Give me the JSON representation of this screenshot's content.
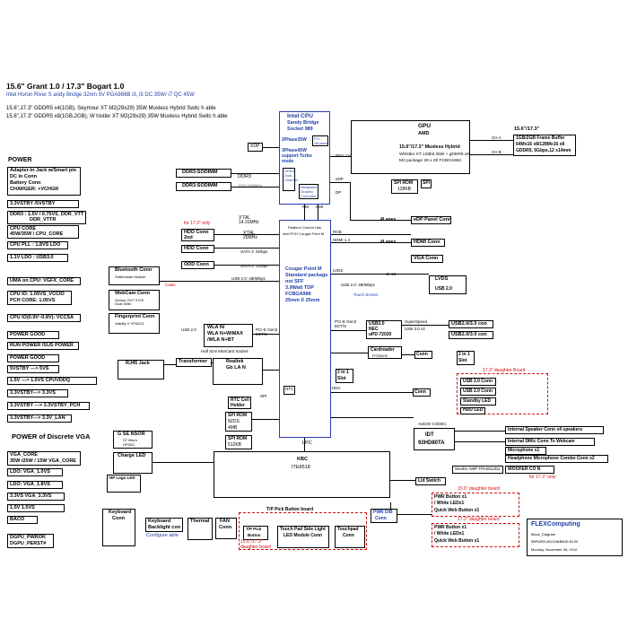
{
  "header": {
    "title": "15.6\" Grant 1.0 / 17.3\" Bogart 1.0",
    "platform": "Intel Huron River S  andy Bridge 32nm 5V PGA988B i3, i5 DC 35W/ i7 QC 45W",
    "spec_line_1": "15.6\",17.3\"  GDDR5 x4(1GB), Seymour XT M2(29x29) 35W Muxless Hybrid Switc  h  able",
    "spec_line_2": "15.6\",17.3\"  GDDR5 x8(1GB,2GB), W  histler XT M2(29x29) 35W Muxless Hybrid Switc  h  able"
  },
  "power": {
    "heading": "POWER",
    "items": [
      "Adapter-in Jack w/Smart pin",
      "DC in Conn",
      "Battery Conn",
      "CHARGER: +VCHGR",
      "3.3VSTBY /5VSTBY",
      "DDR3 : 1.5V / 0.75VS_DDR_VTT",
      "DDR_VTTR",
      "CPU CORE",
      "45W/35W / CPU_CORE",
      "CPU PLL : 1.8VS LDO",
      "1.1V LDO : USB3.0",
      "UMA on CPU: VGFX_CORE",
      "CPU IO: 1.05VS_VCCIO",
      "PCH CORE: 1.05VS",
      "CPU IO(0.9V~0.8V): VCCSA",
      "POWER GOOD",
      "RUN POWER /SUS POWER",
      "POWER GOOD",
      "5VSTBY ---> 5VS",
      "1.5V ---> 1.5VS  CPUVDDQ",
      "3.3VSTBY---> 3.3VS",
      "3.3VSTBY ---> 3.3VSTBY_PCH",
      "3.3VSTBY---> 3.3V_LAN"
    ],
    "vga_heading": "POWER of Discrete VGA",
    "vga_items": [
      "VGA_CORE",
      "35W /25W / 15W  VGA_CORE",
      "LDO: VGA_1.0VS",
      "LDO: VGA_1.8VS",
      "3.3VS    VGA_3.3VS",
      "1.5V    1.5VS",
      "BACO",
      "DGPU_PWROK",
      "DGPU_PERST#"
    ]
  },
  "cpu": {
    "title": "Intel CPU",
    "lines": [
      "Sandy Bridge",
      "Socket 989",
      "2Phase35W",
      "3Phase45W",
      "support Turbo",
      "mode"
    ],
    "sub": [
      "DDR3",
      "Dual",
      "Channel",
      "Integrated",
      "Graphic",
      "Controller"
    ],
    "tags": [
      "PCI",
      "16Lanes",
      "XDP",
      "FDI",
      "DMI",
      "eDP",
      "DP"
    ]
  },
  "memory": {
    "label": "DDR3",
    "slot1": "DDR3-SODIMM",
    "slot2": "DDR3-SODIMM",
    "note": "1333 1066MHz",
    "xdp": "XDP"
  },
  "gpu": {
    "title": "GPU",
    "vendor": "AMD",
    "desc_1": "15.6\"/17.3\" Muxless Hybrid",
    "desc_2": "Whistler XT 128bit 35W + gDDR5 x8",
    "desc_3": "M2 package 29 x 29 FCBGA962",
    "peg": "PEG x16",
    "rom": "SPI ROM",
    "rom_size": "128KB",
    "spi": "SPI",
    "vram_model": "15.6\"/17.3\"",
    "vram_1": "1GB/2GB Frame Buffer",
    "vram_2": "64Mx16 x8/128Mx16 x8",
    "vram_3": "GDDR5, 5Gbps,12 x14mm",
    "ch_a": "CH A",
    "ch_b": "CH B"
  },
  "pch": {
    "title": "Platform Control Hub",
    "subtitle": "Intel PCH Cougar Point M",
    "lines": [
      "Cougar Point M",
      "Standard package",
      "not SFF",
      "3.9Watt TDP",
      "FCBGA989",
      "25mm X 25mm"
    ],
    "tags": [
      "RTC",
      "LPC",
      "HDA",
      "SPI",
      "LVDS",
      "RGB",
      "HDMI 1.4"
    ]
  },
  "left_periph": {
    "note_17": "for 17.3\" only",
    "xtal1": "X'TAL\n14.31MHz",
    "xtal2": "X'TAL\n25MHz",
    "hdd2": "HDD Conn",
    "hdd2_sub": "2nd",
    "hdd": "HDD Conn",
    "odd": "ODD Conn",
    "sata3": "SATA 3: 6Gbps",
    "sata2": "SATA 2: 3Gbps",
    "bt": "Bluetooth Conn",
    "bt_sub": "Softmodule Module",
    "webcam": "WebCam Conn",
    "webcam_sub": "Sensor OV7 9725\nDual DMic",
    "fp": "Fingerprint Conn",
    "fp_sub": "Validity  V VFM113",
    "usb_480": "USB 2.0: 480Mbps",
    "wlan": "WLA  N/",
    "wlan_2": "WLA  N+WiMAX",
    "wlan_3": "/WLA  N+BT",
    "halfsize": "Half Size MiniCard Socket",
    "pcie": "PCI-E Gen2\n5GT/S",
    "usb20": "USB 2.0",
    "rj45": "RJ45 Jack",
    "xfmr": "Transformer",
    "lan": "Realtek",
    "lan_sub": "Gb LA  N",
    "rtc": "RTC Cell",
    "rtc_sub": "Holder",
    "spi_rom": "SPI ROM",
    "spi_rom_1": "8ZDS",
    "spi_rom_2": "4MB",
    "spi_rom2": "SPI ROM",
    "spi_rom2_sz": "512KB",
    "cable": "Cable"
  },
  "right_periph": {
    "lanes1": "4Lanes",
    "edp": "eDP Panel Conn",
    "lanes2": "4Lanes",
    "hdmi": "HDMI Conn",
    "vga": "VGA Conn",
    "lvds": "LVDS",
    "lvds_sub": "ch 1S",
    "usb20_mini": "USB 2.0",
    "touch": "Touch Screen",
    "usb30": "USB3.0",
    "nec": "NEC",
    "upd": "uPD  72020",
    "superspeed": "SuperSpeed",
    "usb30_2": "USB 3.0 x2",
    "usb3_conn1": "USB2.0/3.0 con",
    "usb3_conn2": "USB2.0/3.0 con",
    "pcie2": "PCI-E Gen2\n5GT/S",
    "usb_480b": "USB 2.0: 480Mbps",
    "cardreader": "Cardreader",
    "cardreader_sub": "RTS5209",
    "conn": "Conn",
    "twoin1": "2 in 1",
    "twoin1_2": "2 in 1",
    "slot": "Slot",
    "slot2": "Slot",
    "daughter": "17.3\" daughter Board",
    "usb_conn_a": "USB 2.0 Conn",
    "usb_conn_b": "USB 2.0 Conn",
    "standby": "Standby LED",
    "hdd_led": "HDD LED",
    "conn2": "Conn",
    "daughter2": "15.6\"/17.3\" daughter Board"
  },
  "audio": {
    "codec_label": "AUDIO CODEC",
    "codec": "IDT",
    "codec_model": "92HD80TA",
    "spk": "Internal Speaker Conn x4 speakers",
    "dmic": "Internal DMic Conn To Webcam",
    "mic": "Microphone x1",
    "hp": "Headphone Microphone Combo Conn x2",
    "woofer_amp": "Woofer AMP TPA2012D2",
    "woofer": "WOOFER CO  N",
    "woofer_n": "N",
    "for_17": "for 17.3\" only",
    "lid": "Lid Switch"
  },
  "ec": {
    "title": "KBC",
    "chip": "ITE8518",
    "gsensor": "G SE  NSOR",
    "gsensor_1": "ST Micro",
    "gsensor_2": "HP3DC",
    "charge_led": "Charge LED",
    "hp_logo": "HP Logo LED",
    "kb": "Keyboard",
    "kb_2": "Conn",
    "kbb": "Keyboard",
    "kbb_2": "Backlight con",
    "kbb_cfg": "Configure able",
    "thermal": "Thermal",
    "fan": "FAN",
    "fan_2": "Conn",
    "tp_board": "T/P Pick Button   board",
    "tp": "Touch Pad Side Light",
    "tp_2": "LED Module Conn",
    "tp_btn": "T/P Pick",
    "tp_btn_2": "Button",
    "touchpad": "Touchpad",
    "touchpad_2": "Conn",
    "pwr_conn": "PWR D/B",
    "pwr_conn_2": "Conn",
    "pwr_btn": "PWR Button x1",
    "white_led": "/ White LEDx1",
    "quick": "Quick Web Button x1",
    "daughter_156": "15.6\" daughter board",
    "daughter_173": "17.3\" daughter board",
    "tp_daughter": "15.6\"/17.3\"",
    "tp_daughter_2": "daughter board"
  },
  "title_block": {
    "company": "FLEXComputing",
    "doc_title": "Block_Diagram",
    "doc_no": "58PWRH-6DGABB60D-B130",
    "date": "Monday, November 08, 2010",
    "page": "1",
    "rev": "0"
  },
  "colors": {
    "cpu_border": "#2a3cae",
    "accent_blue": "#1f3fa8",
    "accent_red": "#d01010"
  }
}
